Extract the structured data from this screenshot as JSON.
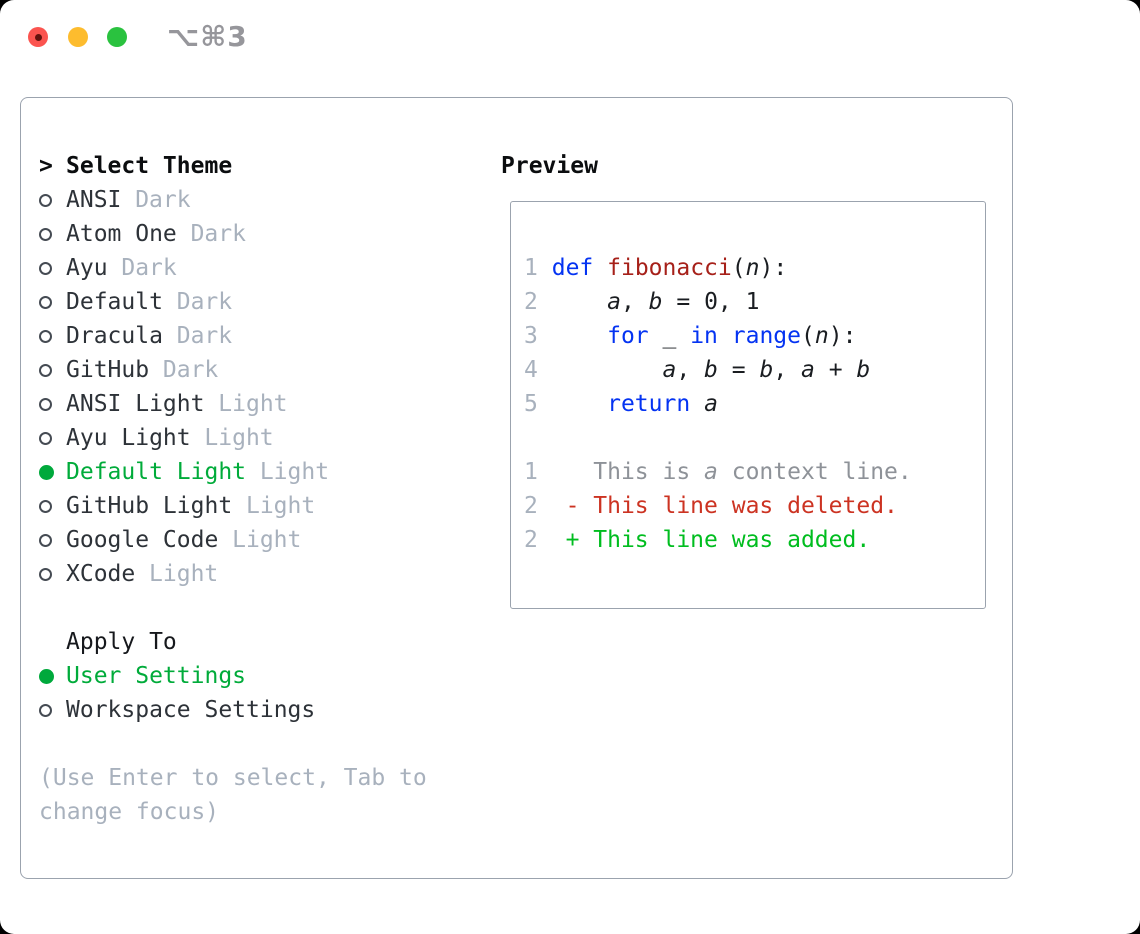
{
  "titlebar": {
    "title": "⌥⌘3",
    "traffic_lights": [
      "close",
      "minimize",
      "zoom"
    ]
  },
  "theme_section": {
    "prompt": ">",
    "header": "Select Theme",
    "items": [
      {
        "name": "ANSI",
        "tag": "Dark",
        "selected": false
      },
      {
        "name": "Atom One",
        "tag": "Dark",
        "selected": false
      },
      {
        "name": "Ayu",
        "tag": "Dark",
        "selected": false
      },
      {
        "name": "Default",
        "tag": "Dark",
        "selected": false
      },
      {
        "name": "Dracula",
        "tag": "Dark",
        "selected": false
      },
      {
        "name": "GitHub",
        "tag": "Dark",
        "selected": false
      },
      {
        "name": "ANSI Light",
        "tag": "Light",
        "selected": false
      },
      {
        "name": "Ayu Light",
        "tag": "Light",
        "selected": false
      },
      {
        "name": "Default Light",
        "tag": "Light",
        "selected": true
      },
      {
        "name": "GitHub Light",
        "tag": "Light",
        "selected": false
      },
      {
        "name": "Google Code",
        "tag": "Light",
        "selected": false
      },
      {
        "name": "XCode",
        "tag": "Light",
        "selected": false
      }
    ]
  },
  "apply_section": {
    "header": "Apply To",
    "items": [
      {
        "name": "User Settings",
        "selected": true
      },
      {
        "name": "Workspace Settings",
        "selected": false
      }
    ]
  },
  "help": {
    "line1": "(Use Enter to select, Tab to",
    "line2": "change focus)"
  },
  "preview": {
    "header": "Preview",
    "lines": [
      [
        [
          "ln",
          "1"
        ],
        [
          "p",
          " "
        ],
        [
          "kw",
          "def"
        ],
        [
          "p",
          " "
        ],
        [
          "fn",
          "fibonacci"
        ],
        [
          "p",
          "("
        ],
        [
          "v",
          "n"
        ],
        [
          "p",
          "):"
        ]
      ],
      [
        [
          "ln",
          "2"
        ],
        [
          "p",
          "     "
        ],
        [
          "v",
          "a"
        ],
        [
          "p",
          ", "
        ],
        [
          "v",
          "b"
        ],
        [
          "p",
          " = 0, 1"
        ]
      ],
      [
        [
          "ln",
          "3"
        ],
        [
          "p",
          "     "
        ],
        [
          "kw",
          "for"
        ],
        [
          "p",
          " _ "
        ],
        [
          "kw",
          "in"
        ],
        [
          "p",
          " "
        ],
        [
          "kw",
          "range"
        ],
        [
          "p",
          "("
        ],
        [
          "v",
          "n"
        ],
        [
          "p",
          "):"
        ]
      ],
      [
        [
          "ln",
          "4"
        ],
        [
          "p",
          "         "
        ],
        [
          "v",
          "a"
        ],
        [
          "p",
          ", "
        ],
        [
          "v",
          "b"
        ],
        [
          "p",
          " = "
        ],
        [
          "v",
          "b"
        ],
        [
          "p",
          ", "
        ],
        [
          "v",
          "a"
        ],
        [
          "p",
          " + "
        ],
        [
          "v",
          "b"
        ]
      ],
      [
        [
          "ln",
          "5"
        ],
        [
          "p",
          "     "
        ],
        [
          "kw",
          "return"
        ],
        [
          "p",
          " "
        ],
        [
          "v",
          "a"
        ]
      ],
      [],
      [
        [
          "ln",
          "1"
        ],
        [
          "p",
          "    "
        ],
        [
          "ctx",
          "This is "
        ],
        [
          "ctx i",
          "a"
        ],
        [
          "ctx",
          " context line."
        ]
      ],
      [
        [
          "ln",
          "2"
        ],
        [
          "p",
          "  "
        ],
        [
          "del",
          "- This line was deleted."
        ]
      ],
      [
        [
          "ln",
          "2"
        ],
        [
          "p",
          "  "
        ],
        [
          "add",
          "+ This line was added."
        ]
      ]
    ]
  },
  "colors": {
    "accent_green": "#00ab3a",
    "keyword_blue": "#0433f2",
    "function_red": "#a62019",
    "deleted_red": "#cc3322",
    "added_green": "#00bd1f",
    "muted_gray": "#a8b1bd",
    "context_gray": "#8e9298",
    "border_gray": "#9ba3ae",
    "traffic_red": "#fb544f",
    "traffic_yellow": "#fdbc2e",
    "traffic_green": "#2ac23f"
  }
}
